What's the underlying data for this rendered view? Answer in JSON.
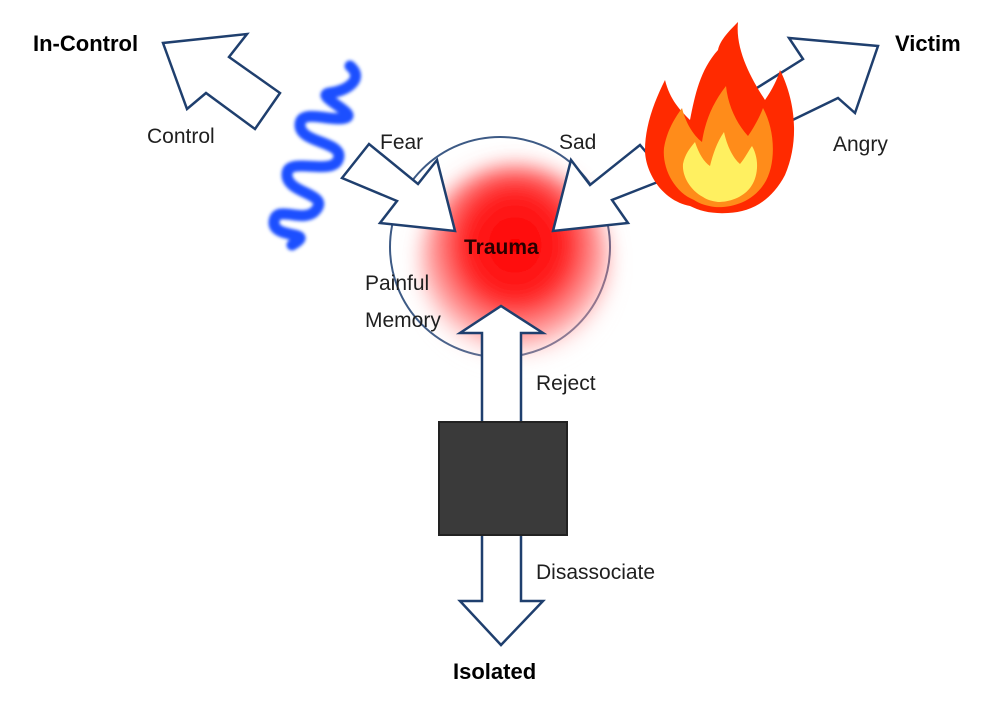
{
  "diagram": {
    "center": "Trauma",
    "center_note_line1": "Painful",
    "center_note_line2": "Memory",
    "outcomes": {
      "top_left": "In-Control",
      "top_right": "Victim",
      "bottom": "Isolated"
    },
    "arrow_labels": {
      "control": "Control",
      "fear": "Fear",
      "sad": "Sad",
      "angry": "Angry",
      "reject": "Reject",
      "disassociate": "Disassociate"
    },
    "colors": {
      "arrow_stroke": "#1f3f6e",
      "trauma_red": "#ff1a1a",
      "circle_stroke": "#3d5a85",
      "block_fill": "#3a3a3a",
      "squiggle_blue": "#1f4fff",
      "flame_red": "#ff2a00",
      "flame_orange": "#ff8c1a",
      "flame_yellow": "#fff060"
    },
    "icons": [
      "blue-squiggle-icon",
      "flame-icon",
      "dark-block-icon"
    ]
  }
}
